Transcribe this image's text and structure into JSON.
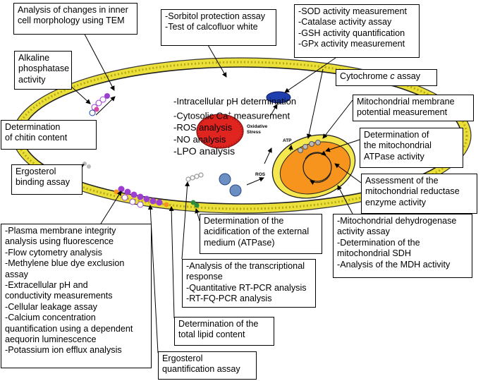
{
  "boxes": {
    "tem": [
      "Analysis of changes in inner",
      "cell morphology using TEM"
    ],
    "sorbitol": [
      "-Sorbitol protection assay",
      "-Test of calcofluor white"
    ],
    "antioxidant": [
      "-SOD activity measurement",
      "-Catalase activity assay",
      "-GSH activity quantification",
      "-GPx activity measurement"
    ],
    "alkaline": [
      "Alkaline",
      "phosphatase",
      "activity"
    ],
    "cytochrome": [
      "Cytochrome c assay"
    ],
    "mito_potential": [
      "Mitochondrial membrane",
      "potential measurement"
    ],
    "chitin": [
      "Determination",
      "of chitin content"
    ],
    "atpase_mito": [
      "Determination of",
      "the mitochondrial",
      "ATPase activity"
    ],
    "ergosterol_binding": [
      "Ergosterol",
      "binding assay"
    ],
    "reductase": [
      "Assessment of the",
      "mitochondrial reductase",
      "enzyme activity"
    ],
    "acidification": [
      "Determination of the",
      "acidification of the external",
      "medium (ATPase)"
    ],
    "dehydrogenase": [
      "-Mitochondrial dehydrogenase",
      "activity assay",
      "-Determination of the",
      "mitochondrial SDH",
      "-Analysis of the MDH activity"
    ],
    "plasma": [
      "-Plasma membrane integrity",
      "analysis using fluorescence",
      "-Flow cytometry analysis",
      "-Methylene blue dye exclusion",
      "assay",
      "-Extracellular pH and",
      "conductivity measurements",
      "-Cellular leakage assay",
      "-Calcium concentration",
      "quantification using a dependent",
      "aequorin luminescence",
      "-Potassium ion efflux analysis"
    ],
    "transcription": [
      "-Analysis of the transcriptional",
      "response",
      "-Quantitative RT-PCR analysis",
      "-RT-FQ-PCR analysis"
    ],
    "lipid": [
      "Determination of the",
      "total lipid content"
    ],
    "ergosterol_quant": [
      "Ergosterol",
      "quantification assay"
    ]
  },
  "cell_text": {
    "line1": "-Intracellular pH determination",
    "line2_prefix": "-Cytosolic Ca",
    "line2_sup": "+",
    "line2_suffix": " measurement",
    "line3": "-ROS analysis",
    "line4": "-NO analysis",
    "line5": "-LPO analysis"
  },
  "labels": {
    "oxidative_1": "Oxidative",
    "oxidative_2": "Stress",
    "atp": "ATP",
    "ros": "ROS"
  },
  "colors": {
    "cell_wall": "#ebe03a",
    "nucleus": "#e0241f",
    "mitochondrion_inner": "#f7941e",
    "mitochondrion_outer": "#f5e84e",
    "vacuole": "#1f3fae",
    "ros_dots": "#6b8fc2",
    "atpase_pump": "#2e8b3e",
    "membrane_protein": "#9b3fd0"
  }
}
